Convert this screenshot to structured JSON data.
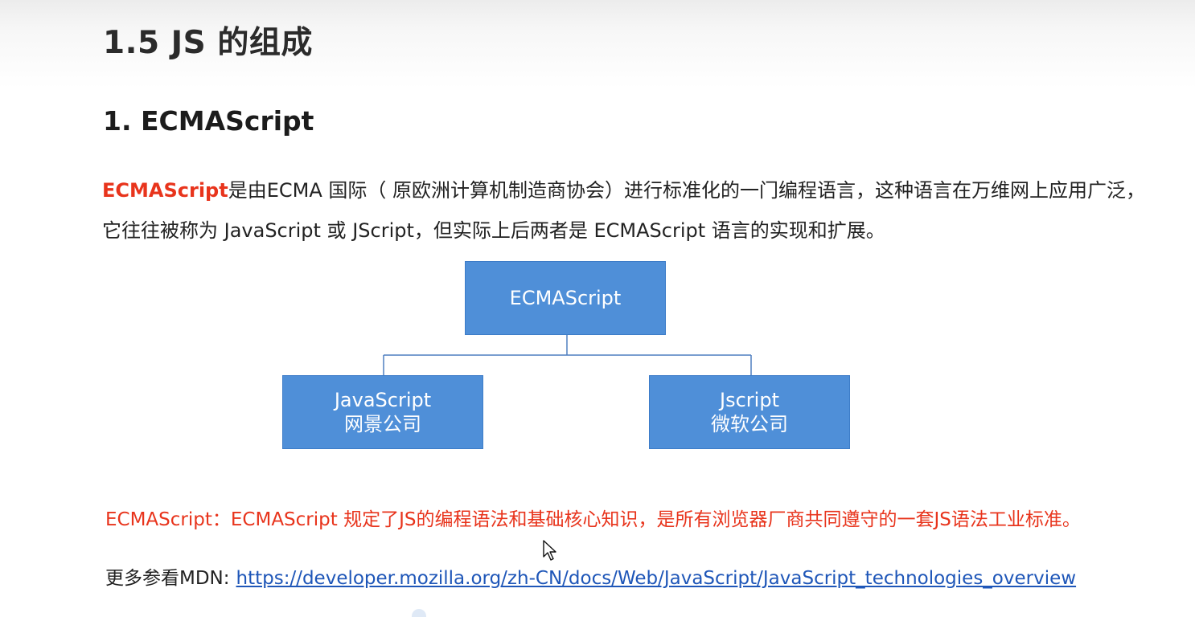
{
  "page": {
    "title": "1.5 JS 的组成",
    "section_heading": "1. ECMAScript"
  },
  "intro": {
    "highlight": "ECMAScript",
    "text": "是由ECMA 国际（ 原欧洲计算机制造商协会）进行标准化的一门编程语言，这种语言在万维网上应用广泛，它往往被称为 JavaScript 或 JScript，但实际上后两者是 ECMAScript 语言的实现和扩展。"
  },
  "diagram": {
    "root": {
      "label": "ECMAScript"
    },
    "children": [
      {
        "line1": "JavaScript",
        "line2": "网景公司"
      },
      {
        "line1": "Jscript",
        "line2": "微软公司"
      }
    ]
  },
  "definition": {
    "text": "ECMAScript：ECMAScript 规定了JS的编程语法和基础核心知识，是所有浏览器厂商共同遵守的一套JS语法工业标准。"
  },
  "more": {
    "label": "更多参看MDN:",
    "link_text": "https://developer.mozilla.org/zh-CN/docs/Web/JavaScript/JavaScript_technologies_overview"
  },
  "colors": {
    "highlight_red": "#e8341c",
    "box_blue": "#4f8fd8",
    "link_blue": "#1e56b8"
  }
}
